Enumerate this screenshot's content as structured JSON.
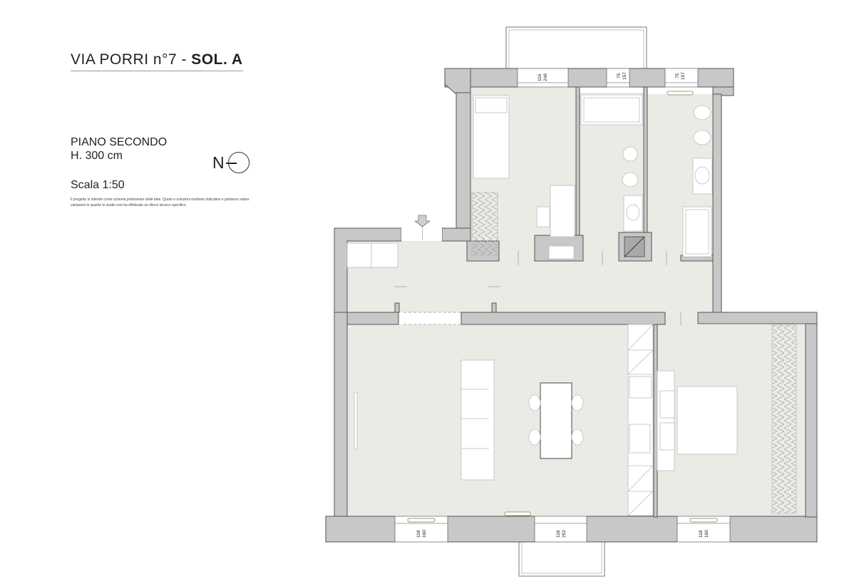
{
  "header": {
    "title_address": "VIA PORRI n°7 - ",
    "title_solution": "SOL. A",
    "floor_name": "PIANO SECONDO",
    "floor_height": "H. 300 cm",
    "scale": "Scala 1:50",
    "note": "Il progetto si intende come schema preliminare delle idee. Quote e soluzioni risultano indicative e potranno subire variazioni in quanto lo studio non ha effettuato un rilievo tecnico specifico.",
    "north_label": "N"
  },
  "openings": {
    "top_window_1": [
      "116",
      "248"
    ],
    "top_window_2": [
      "75",
      "157"
    ],
    "top_window_3": [
      "75",
      "157"
    ],
    "bottom_window_1": [
      "118",
      "160"
    ],
    "bottom_window_2": [
      "118",
      "252"
    ],
    "bottom_window_3": [
      "118",
      "160"
    ]
  },
  "colors": {
    "wall": "#c8c8c8",
    "wall_stroke": "#555555",
    "floor": "#ebebe6",
    "furniture": "#ffffff",
    "line": "#9a9a9a"
  }
}
